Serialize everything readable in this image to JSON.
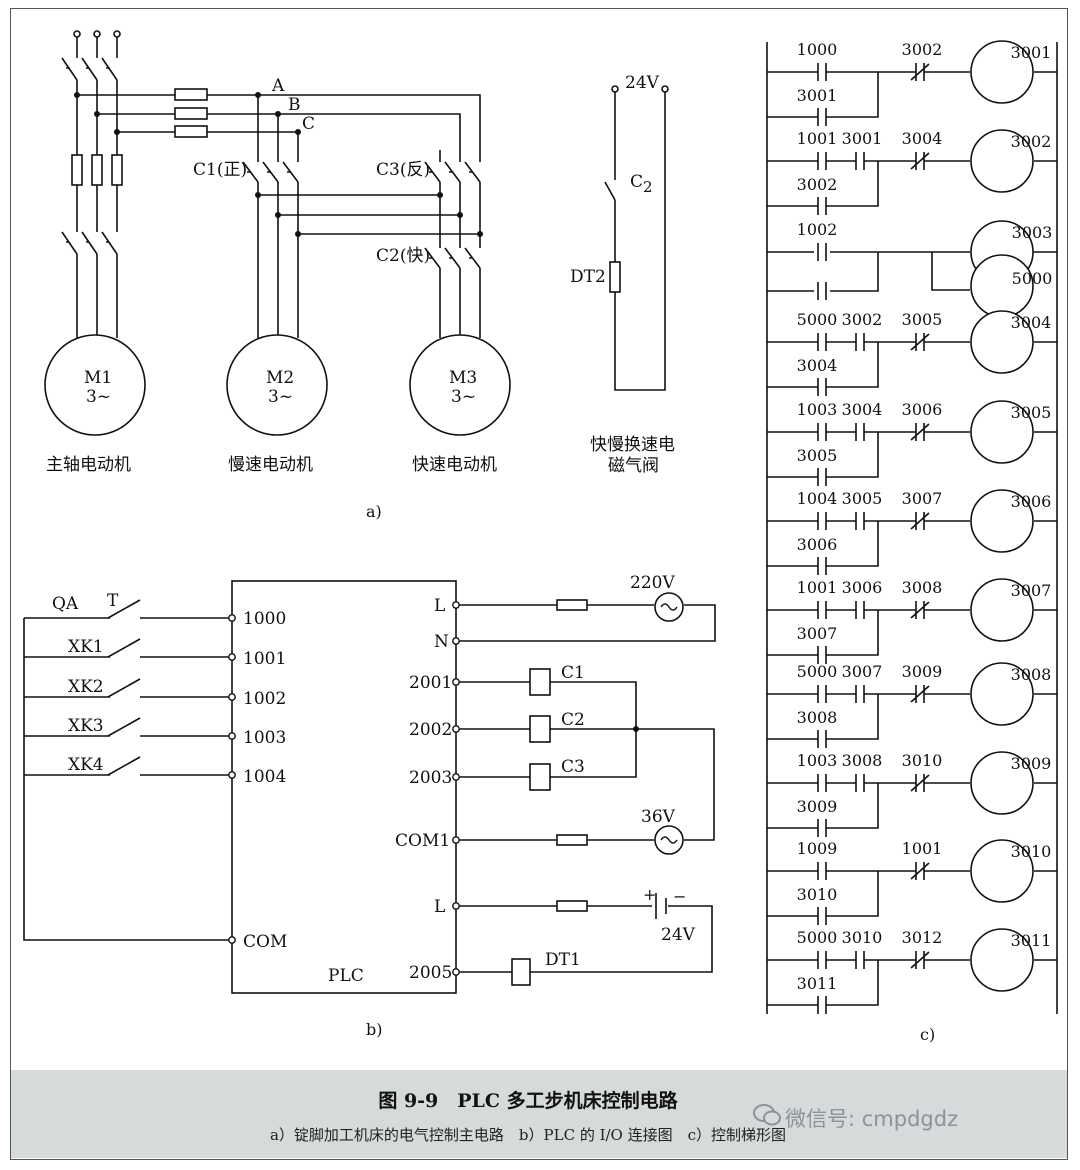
{
  "diagram_a": {
    "label": "a)",
    "phases": [
      "A",
      "B",
      "C"
    ],
    "contactor_labels": [
      "C1(正)",
      "C3(反)",
      "C2(快)"
    ],
    "motors": [
      {
        "name": "M1",
        "spec": "3~",
        "caption": "主轴电动机"
      },
      {
        "name": "M2",
        "spec": "3~",
        "caption": "慢速电动机"
      },
      {
        "name": "M3",
        "spec": "3~",
        "caption": "快速电动机"
      }
    ],
    "valve_circuit": {
      "voltage": "24V",
      "contact": "C",
      "contact_sub": "2",
      "coil": "DT2",
      "caption_line1": "快慢换速电",
      "caption_line2": "磁气阀"
    }
  },
  "diagram_b": {
    "label": "b)",
    "plc_label": "PLC",
    "inputs": [
      {
        "name": "QA",
        "extra": "T",
        "terminal": "1000"
      },
      {
        "name": "XK1",
        "terminal": "1001"
      },
      {
        "name": "XK2",
        "terminal": "1002"
      },
      {
        "name": "XK3",
        "terminal": "1003"
      },
      {
        "name": "XK4",
        "terminal": "1004"
      }
    ],
    "com_in": "COM",
    "outputs": {
      "L1": "L",
      "N": "N",
      "ac_supply": "220V",
      "o2001": "2001",
      "o2002": "2002",
      "o2003": "2003",
      "coils": [
        "C1",
        "C2",
        "C3"
      ],
      "com1": "COM1",
      "ac2": "36V",
      "L2": "L",
      "dc": "24V",
      "plus": "+",
      "minus": "−",
      "o2005": "2005",
      "dt1": "DT1"
    }
  },
  "diagram_c": {
    "label": "c)",
    "rungs": [
      {
        "c1": "1000",
        "c2": "",
        "nc": "3002",
        "coil": "3001",
        "hold": "3001"
      },
      {
        "c1": "1001",
        "c2": "3001",
        "nc": "3004",
        "coil": "3002",
        "hold": "3002"
      },
      {
        "c1": "1002",
        "c2": "",
        "nc": "",
        "coil": "3003",
        "coil2": "5000",
        "hold": ""
      },
      {
        "c1": "5000",
        "c2": "3002",
        "nc": "3005",
        "coil": "3004",
        "hold": "3004"
      },
      {
        "c1": "1003",
        "c2": "3004",
        "nc": "3006",
        "coil": "3005",
        "hold": "3005"
      },
      {
        "c1": "1004",
        "c2": "3005",
        "nc": "3007",
        "coil": "3006",
        "hold": "3006"
      },
      {
        "c1": "1001",
        "c2": "3006",
        "nc": "3008",
        "coil": "3007",
        "hold": "3007"
      },
      {
        "c1": "5000",
        "c2": "3007",
        "nc": "3009",
        "coil": "3008",
        "hold": "3008"
      },
      {
        "c1": "1003",
        "c2": "3008",
        "nc": "3010",
        "coil": "3009",
        "hold": "3009"
      },
      {
        "c1": "1009",
        "c2": "",
        "nc": "1001",
        "coil": "3010",
        "hold": "3010"
      },
      {
        "c1": "5000",
        "c2": "3010",
        "nc": "3012",
        "coil": "3011",
        "hold": "3011"
      }
    ]
  },
  "caption": {
    "title": "图 9-9　PLC 多工步机床控制电路",
    "subtitle": "a）锭脚加工机床的电气控制主电路　b）PLC 的 I/O 连接图　c）控制梯形图"
  },
  "watermark": "微信号: cmpdgdz"
}
